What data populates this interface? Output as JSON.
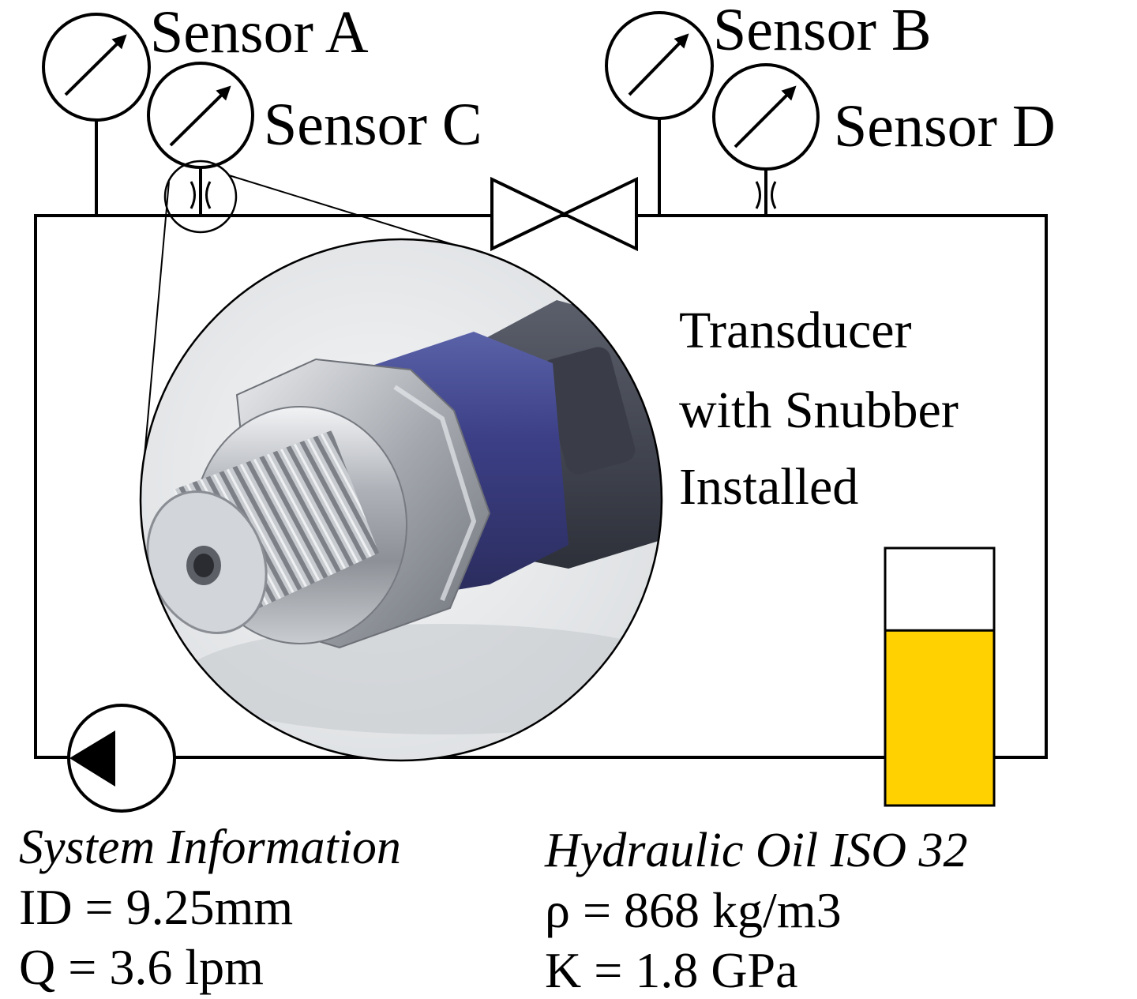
{
  "sensors": {
    "a": {
      "label": "Sensor A"
    },
    "b": {
      "label": "Sensor B"
    },
    "c": {
      "label": "Sensor C"
    },
    "d": {
      "label": "Sensor D"
    }
  },
  "inset": {
    "caption_lines": [
      "Transducer",
      "with Snubber",
      "Installed"
    ]
  },
  "reservoir": {
    "oil_fill_fraction": 0.68
  },
  "system_info": {
    "title": "System Information",
    "id_line": "ID = 9.25mm",
    "q_line": "Q = 3.6 lpm"
  },
  "oil_info": {
    "title": "Hydraulic Oil ISO 32",
    "rho_line": "ρ = 868 kg/m3",
    "k_line": "K = 1.8 GPa"
  },
  "colors": {
    "line": "#000000",
    "oil": "#FFD100",
    "background": "#FFFFFF"
  }
}
